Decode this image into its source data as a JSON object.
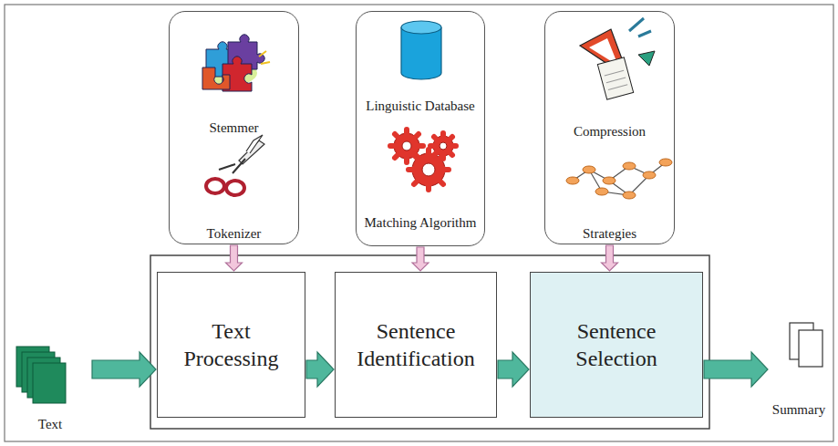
{
  "diagram": {
    "nodes": [
      {
        "text": [
          "Stemmer",
          "Tokenizer"
        ]
      },
      {
        "text": [
          "Linguistic Database",
          "Matching Algorithm"
        ]
      },
      {
        "text": [
          "Compression",
          "Strategies"
        ]
      },
      {
        "text": [
          "Text"
        ]
      },
      {
        "text": [
          "Text Processing"
        ]
      },
      {
        "text": [
          "Sentence Identification"
        ]
      },
      {
        "text": [
          "Sentence Selection"
        ]
      },
      {
        "text": [
          "Summary"
        ]
      }
    ],
    "edges": [
      {
        "from": 0,
        "to": 4,
        "arrow": "to"
      },
      {
        "from": 1,
        "to": 5,
        "arrow": "to"
      },
      {
        "from": 2,
        "to": 6,
        "arrow": "to"
      },
      {
        "from": 3,
        "to": 4,
        "arrow": "to"
      },
      {
        "from": 4,
        "to": 5,
        "arrow": "to"
      },
      {
        "from": 5,
        "to": 6,
        "arrow": "to"
      },
      {
        "from": 6,
        "to": 7,
        "arrow": "to"
      }
    ]
  }
}
